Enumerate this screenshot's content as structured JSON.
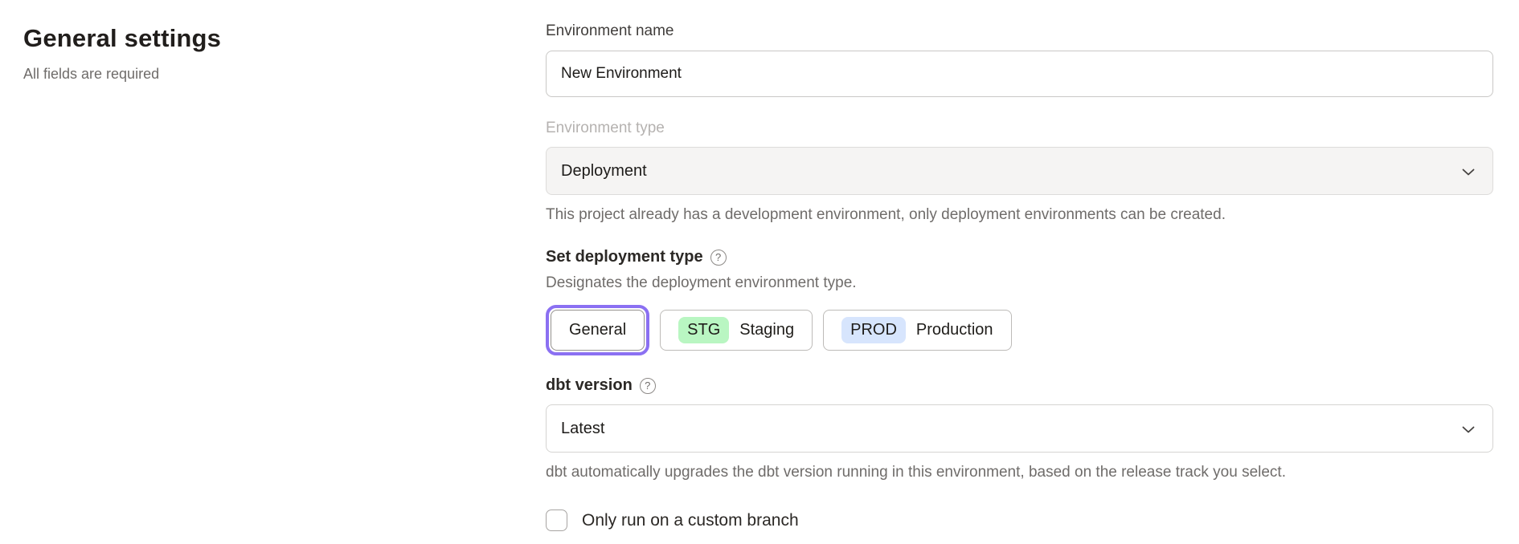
{
  "page": {
    "heading": "General settings",
    "subheading": "All fields are required"
  },
  "form": {
    "environment_name": {
      "label": "Environment name",
      "value": "New Environment"
    },
    "environment_type": {
      "label": "Environment type",
      "value": "Deployment",
      "disabled": true,
      "helper": "This project already has a development environment, only deployment environments can be created."
    },
    "deployment_type": {
      "label": "Set deployment type",
      "help_icon": "?",
      "helper": "Designates the deployment environment type.",
      "options": [
        {
          "label": "General",
          "selected": true
        },
        {
          "badge": "STG",
          "label": "Staging",
          "badge_color": "#b9f6c2"
        },
        {
          "badge": "PROD",
          "label": "Production",
          "badge_color": "#d7e5fd"
        }
      ]
    },
    "dbt_version": {
      "label": "dbt version",
      "help_icon": "?",
      "value": "Latest",
      "helper": "dbt automatically upgrades the dbt version running in this environment, based on the release track you select."
    },
    "custom_branch": {
      "label": "Only run on a custom branch",
      "checked": false
    }
  },
  "colors": {
    "selected_ring_purple": "#8b70f2",
    "staging_badge_green": "#b9f6c2",
    "production_badge_blue": "#d7e5fd",
    "disabled_field_bg": "#f5f4f3"
  },
  "icons": {
    "chevron_down": "chevron-down",
    "help": "?"
  }
}
